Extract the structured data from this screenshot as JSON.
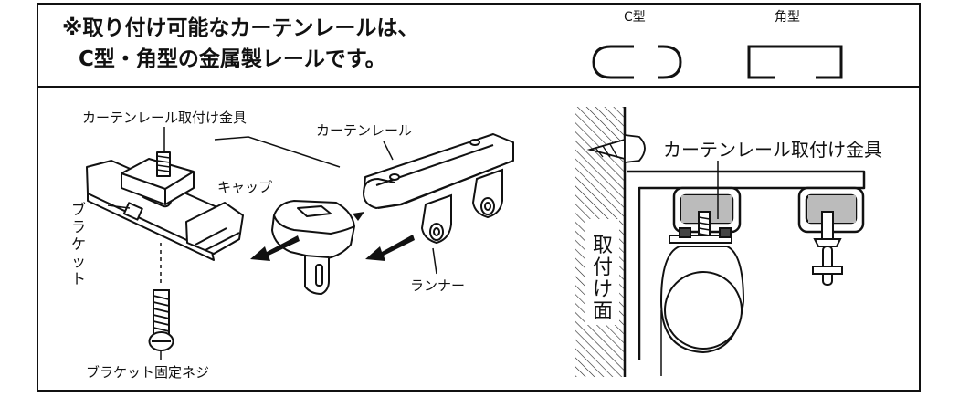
{
  "note": {
    "line1": "※取り付け可能なカーテンレールは、",
    "line2": "C型・角型の金属製レールです。"
  },
  "rail_types": {
    "c_type": "C型",
    "square_type": "角型"
  },
  "left_diagram": {
    "mount_fitting": "カーテンレール取付け金具",
    "curtain_rail": "カーテンレール",
    "cap": "キャップ",
    "bracket": "ブラケット",
    "runner": "ランナー",
    "bracket_screw": "ブラケット固定ネジ"
  },
  "right_diagram": {
    "mount_fitting": "カーテンレール取付け金具",
    "mounting_surface": "取付け面"
  }
}
